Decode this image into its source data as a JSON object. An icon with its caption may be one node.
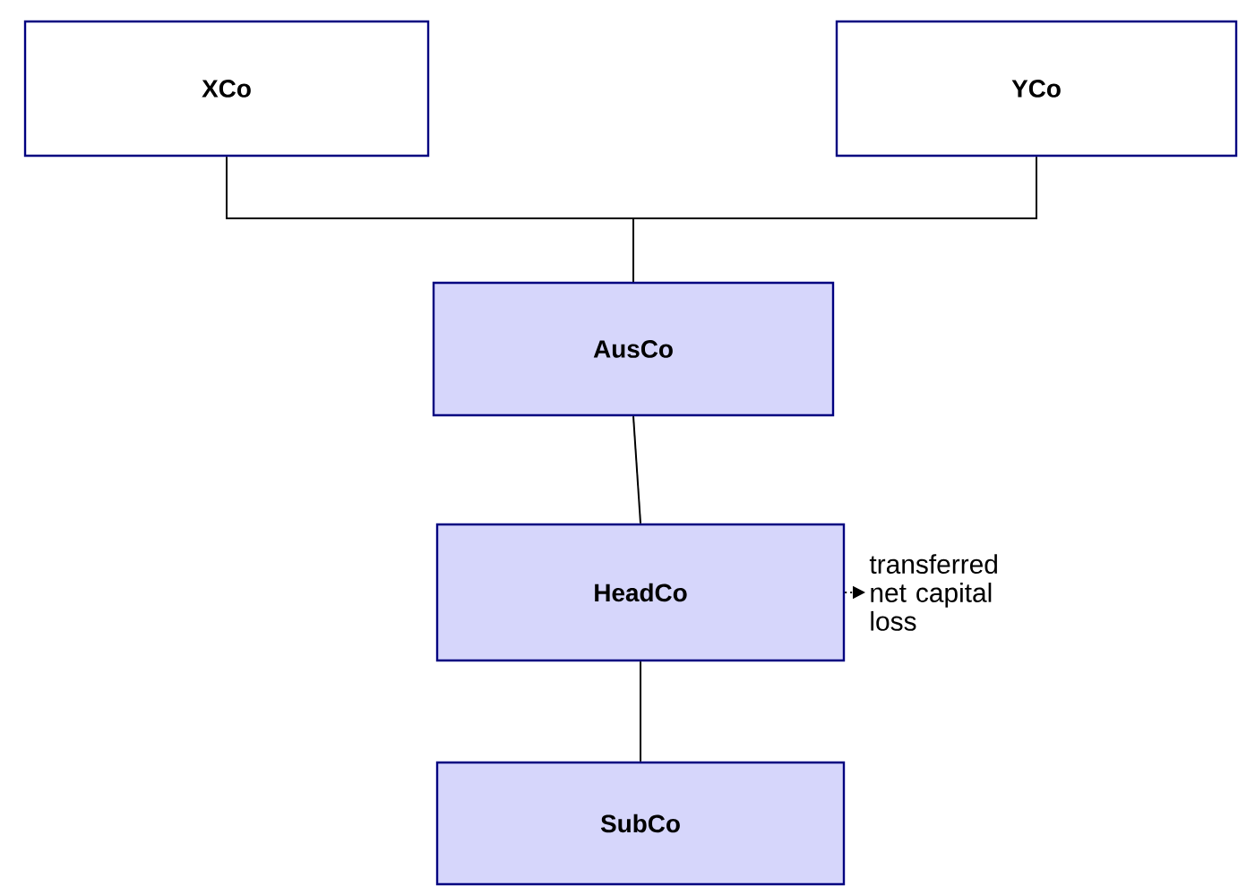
{
  "diagram": {
    "nodes": [
      {
        "text": [
          "XCo"
        ]
      },
      {
        "text": [
          "YCo"
        ]
      },
      {
        "text": [
          "AusCo"
        ]
      },
      {
        "text": [
          "HeadCo"
        ]
      },
      {
        "text": [
          "SubCo"
        ]
      },
      {
        "text": [
          "transferred net capital loss"
        ]
      }
    ],
    "edges": [
      {
        "from": 0,
        "to": 2,
        "arrow": "none"
      },
      {
        "from": 1,
        "to": 2,
        "arrow": "none"
      },
      {
        "from": 2,
        "to": 3,
        "arrow": "none"
      },
      {
        "from": 3,
        "to": 4,
        "arrow": "none"
      },
      {
        "from": 3,
        "to": 5,
        "arrow": "to",
        "style": "dashed"
      }
    ]
  }
}
